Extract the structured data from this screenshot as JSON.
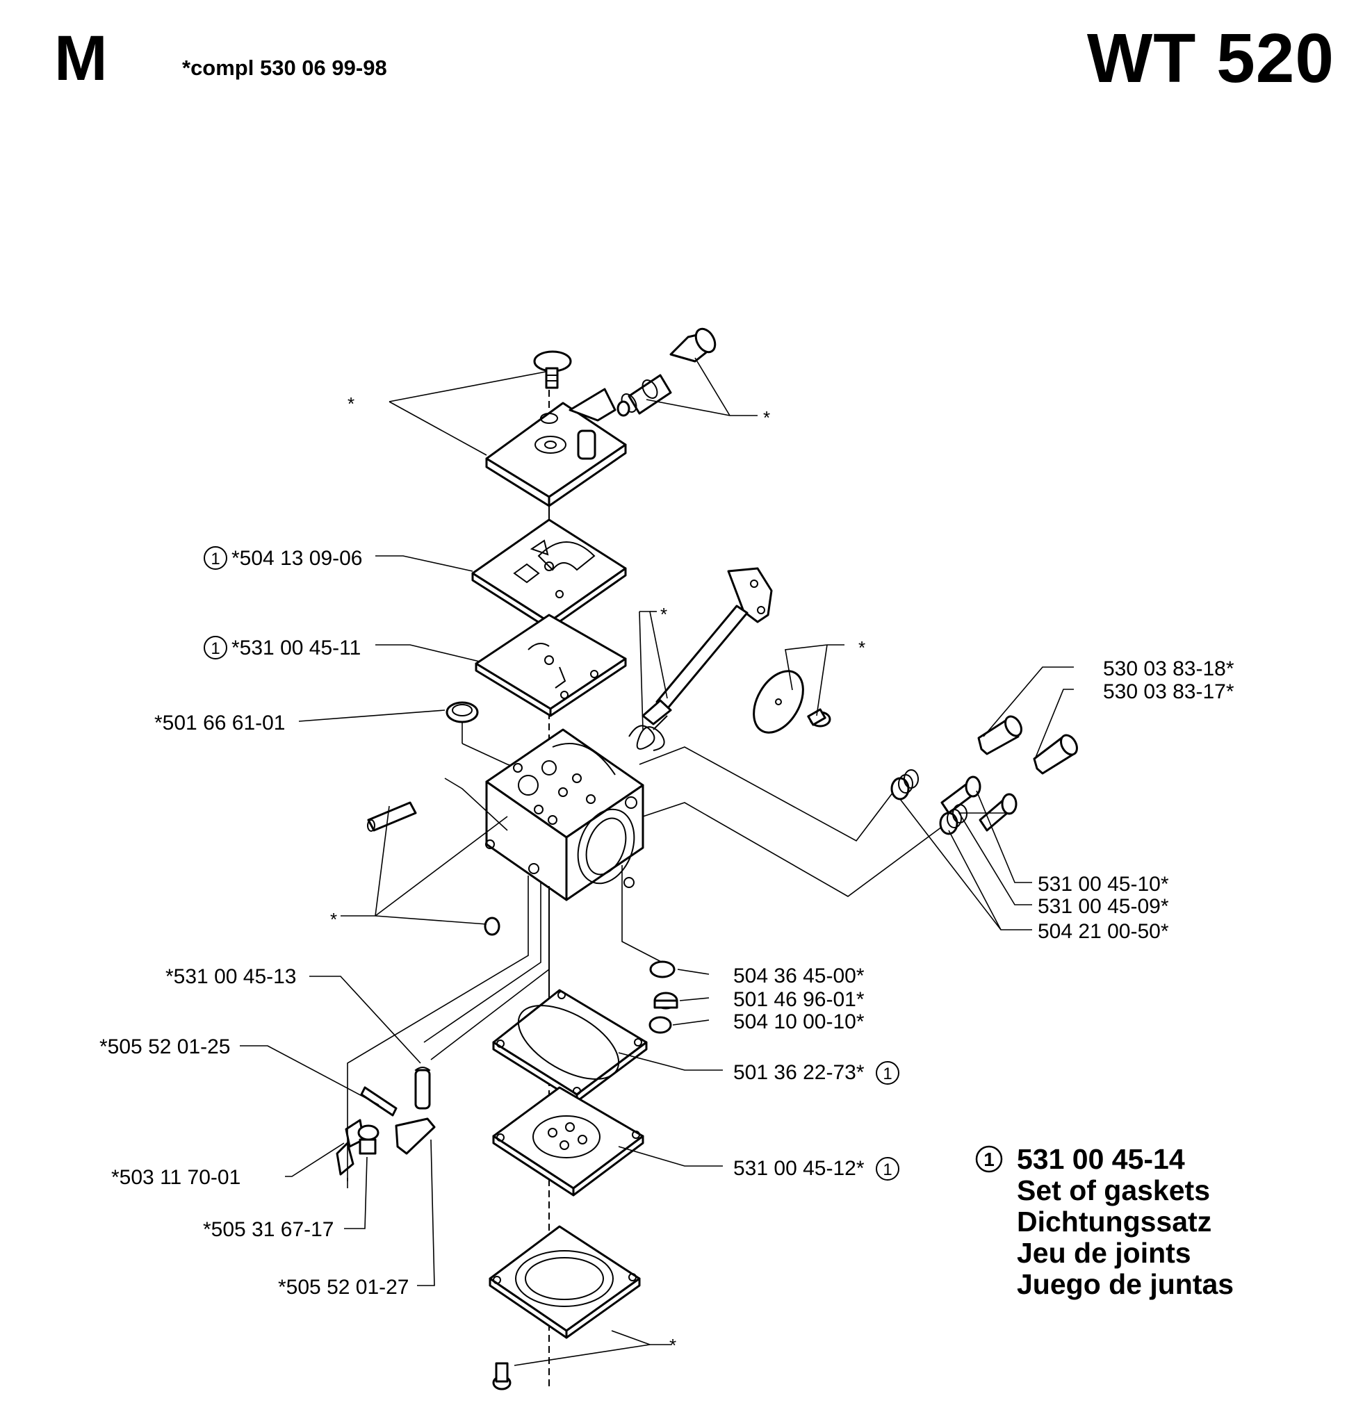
{
  "header": {
    "section": "M",
    "complete_note": "*compl 530 06 99-98",
    "model": "WT 520"
  },
  "callout_marker": "1",
  "labels": {
    "gasket_top": "*504 13 09-06",
    "pump_diaphragm": "*531 00 45-11",
    "filter_screen": "*501 66 61-01",
    "lever_spring_part": "*531 00 45-13",
    "lever_pin": "*505 52 01-25",
    "needle_valve": "*503 11 70-01",
    "lever_screw": "*505 31 67-17",
    "metering_lever": "*505 52 01-27",
    "limiter_cap_18": "530 03 83-18*",
    "limiter_cap_17": "530 03 83-17*",
    "needle_10": "531 00 45-10*",
    "needle_09": "531 00 45-09*",
    "spring_50": "504 21 00-50*",
    "screen_00": "504 36 45-00*",
    "plug_01": "501 46 96-01*",
    "ring_10": "504 10 00-10*",
    "gasket_73": "501 36 22-73*",
    "diaphragm_12": "531 00 45-12*"
  },
  "stars": {
    "top_left": "*",
    "top_right": "*",
    "choke": "*",
    "throttle": "*",
    "body_left": "*",
    "bottom": "*"
  },
  "legend": {
    "part_number": "531 00 45-14",
    "lines": [
      "Set of gaskets",
      "Dichtungssatz",
      "Jeu de joints",
      "Juego de juntas"
    ]
  }
}
